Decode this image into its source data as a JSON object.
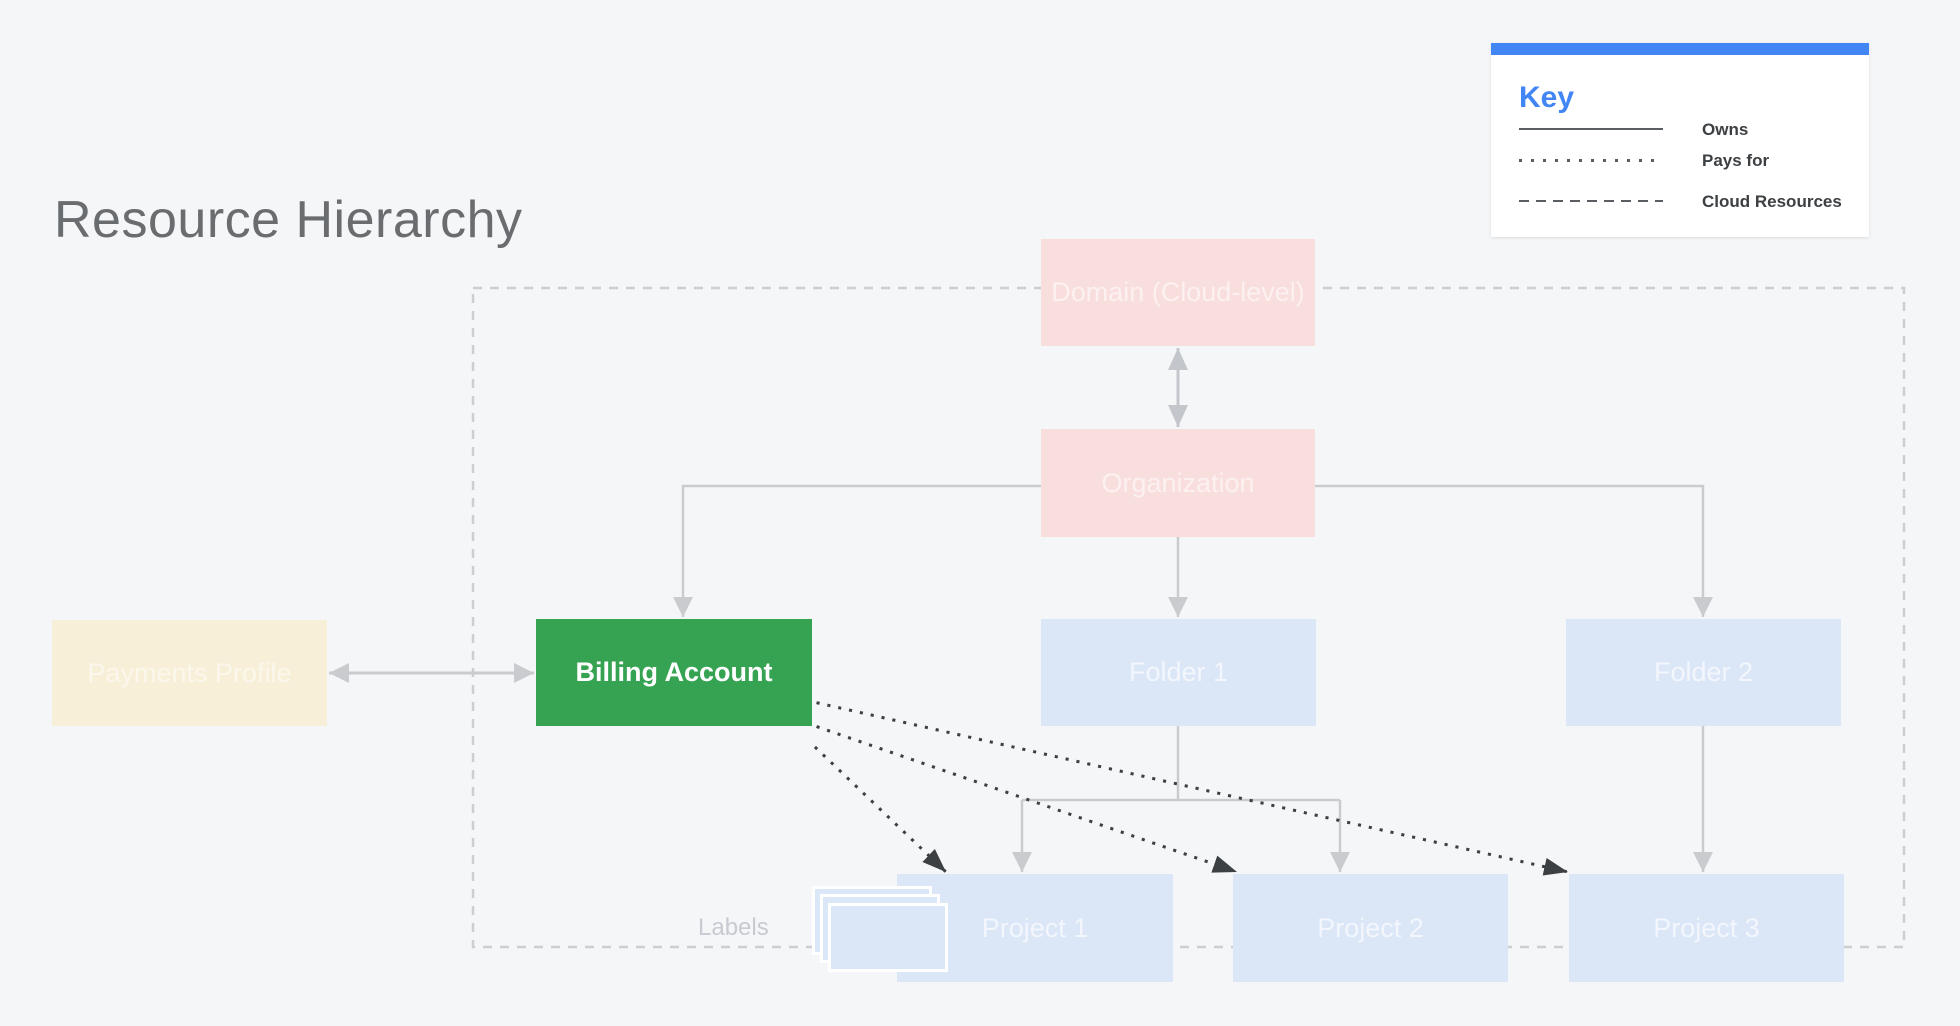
{
  "page": {
    "title": "Resource Hierarchy"
  },
  "key": {
    "title": "Key",
    "items": [
      {
        "style": "solid",
        "label": "Owns"
      },
      {
        "style": "dotted",
        "label": "Pays for"
      },
      {
        "style": "dashed",
        "label": "Cloud Resources"
      }
    ]
  },
  "nodes": {
    "domain": "Domain (Cloud-level)",
    "organization": "Organization",
    "payments_profile": "Payments Profile",
    "billing_account": "Billing Account",
    "folder_1": "Folder 1",
    "folder_2": "Folder 2",
    "project_1": "Project 1",
    "project_2": "Project 2",
    "project_3": "Project 3"
  },
  "annotations": {
    "labels_caption": "Labels"
  },
  "colors": {
    "background": "#f4f6f8",
    "highlight_green": "#35a352",
    "faded_red": "#f8dedd",
    "faded_blue": "#dbe6f7",
    "faded_cream": "#f7efd8",
    "key_accent_blue": "#4285f4",
    "connector_gray": "#c9cbce",
    "boundary_dash_gray": "#ccced2",
    "pays_for_dark": "#3c4043",
    "title_gray": "#6a6d70"
  }
}
